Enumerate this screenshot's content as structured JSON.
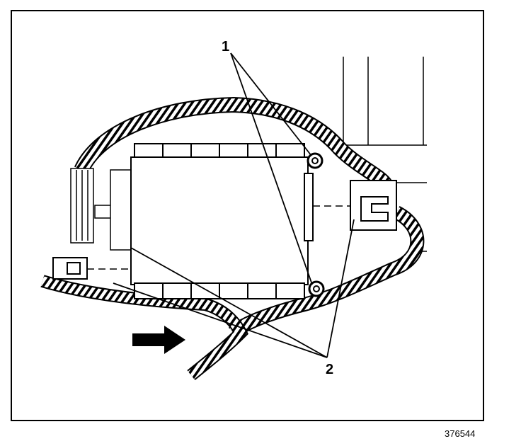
{
  "figure": {
    "callouts": [
      "1",
      "2"
    ],
    "figure_number": "376544",
    "icons": [
      "mounting-bolt-icon",
      "direction-arrow-icon",
      "electrical-connector-icon"
    ]
  }
}
